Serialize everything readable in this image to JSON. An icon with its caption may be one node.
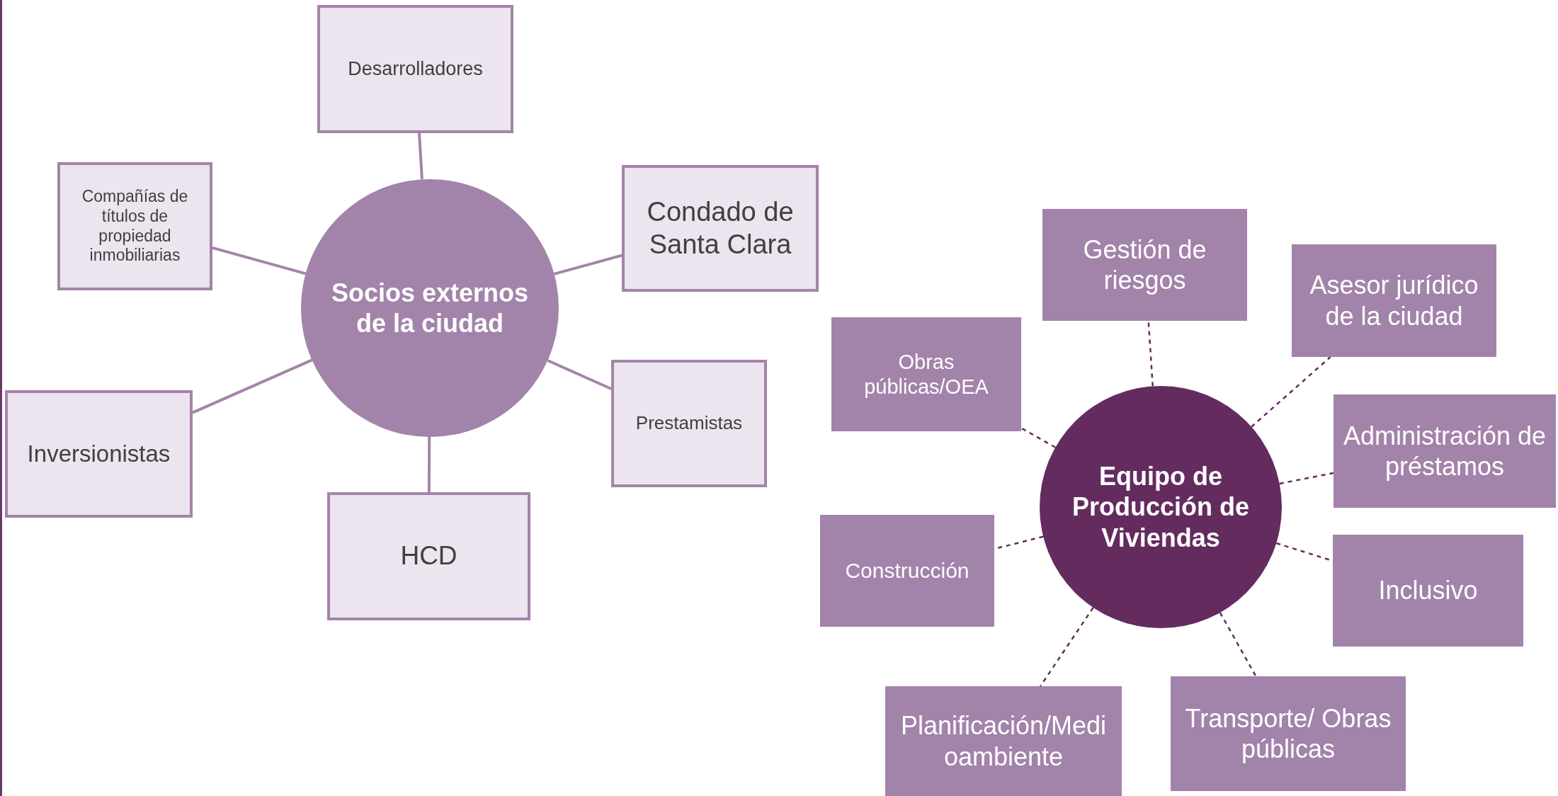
{
  "diagram": {
    "nodes": [
      {
        "text": [
          "Socios externos de la ciudad"
        ]
      },
      {
        "text": [
          "Desarrolladores"
        ]
      },
      {
        "text": [
          "Compañías de títulos de propiedad inmobiliarias"
        ]
      },
      {
        "text": [
          "Condado de Santa Clara"
        ]
      },
      {
        "text": [
          "Inversionistas"
        ]
      },
      {
        "text": [
          "Prestamistas"
        ]
      },
      {
        "text": [
          "HCD"
        ]
      },
      {
        "text": [
          "Equipo de Producción de Viviendas"
        ]
      },
      {
        "text": [
          "Gestión de riesgos"
        ]
      },
      {
        "text": [
          "Asesor jurídico de la ciudad"
        ]
      },
      {
        "text": [
          "Obras públicas/OEA"
        ]
      },
      {
        "text": [
          "Administración de préstamos"
        ]
      },
      {
        "text": [
          "Construcción"
        ]
      },
      {
        "text": [
          "Inclusivo"
        ]
      },
      {
        "text": [
          "Planificación/Medioambiente"
        ]
      },
      {
        "text": [
          "Transporte/ Obras públicas"
        ]
      }
    ],
    "edges": [
      {
        "from": 0,
        "to": 1,
        "arrow": "none"
      },
      {
        "from": 0,
        "to": 2,
        "arrow": "none"
      },
      {
        "from": 0,
        "to": 3,
        "arrow": "none"
      },
      {
        "from": 0,
        "to": 4,
        "arrow": "none"
      },
      {
        "from": 0,
        "to": 5,
        "arrow": "none"
      },
      {
        "from": 0,
        "to": 6,
        "arrow": "none"
      },
      {
        "from": 7,
        "to": 8,
        "arrow": "none",
        "style": "dashed"
      },
      {
        "from": 7,
        "to": 9,
        "arrow": "none",
        "style": "dashed"
      },
      {
        "from": 7,
        "to": 10,
        "arrow": "none",
        "style": "dashed"
      },
      {
        "from": 7,
        "to": 11,
        "arrow": "none",
        "style": "dashed"
      },
      {
        "from": 7,
        "to": 12,
        "arrow": "none",
        "style": "dashed"
      },
      {
        "from": 7,
        "to": 13,
        "arrow": "none",
        "style": "dashed"
      },
      {
        "from": 7,
        "to": 14,
        "arrow": "none",
        "style": "dashed"
      },
      {
        "from": 7,
        "to": 15,
        "arrow": "none",
        "style": "dashed"
      }
    ]
  }
}
